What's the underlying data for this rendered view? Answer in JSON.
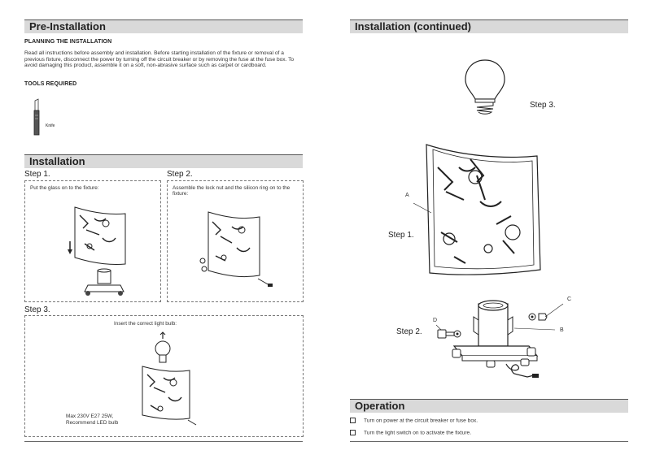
{
  "pre_installation": {
    "title": "Pre-Installation",
    "planning_heading": "PLANNING THE INSTALLATION",
    "planning_text": "Read all instructions before assembly and installation.  Before starting installation of the  fixture  or removal of a previous fixture, disconnect the power by turning off the circuit breaker or by removing the fuse at the fuse box.  To avoid damaging this product, assemble it on a soft, non-abrasive surface such as carpet or cardboard.",
    "tools_heading": "TOOLS REQUIRED",
    "tool_label": "Knife"
  },
  "installation": {
    "title": "Installation",
    "step1_label": "Step 1.",
    "step1_text": "Put the glass on to the fixture:",
    "step2_label": "Step 2.",
    "step2_text": "Assemble the lock nut and the silicon ring on to the fixture:",
    "step3_label": "Step 3.",
    "step3_text": "Insert the correct light bulb:",
    "bulb_note_1": "Max 230V E27 25W,",
    "bulb_note_2": "Recommend LED bulb"
  },
  "installation_continued": {
    "title": "Installation (continued)",
    "step3_label": "Step 3.",
    "step1_label": "Step 1.",
    "step2_label": "Step 2.",
    "label_a": "A",
    "label_b": "B",
    "label_c": "C",
    "label_d": "D"
  },
  "operation": {
    "title": "Operation",
    "items": [
      "Turn on power at the circuit breaker or fuse box.",
      "Turn the light switch on to activate the fixture."
    ]
  }
}
